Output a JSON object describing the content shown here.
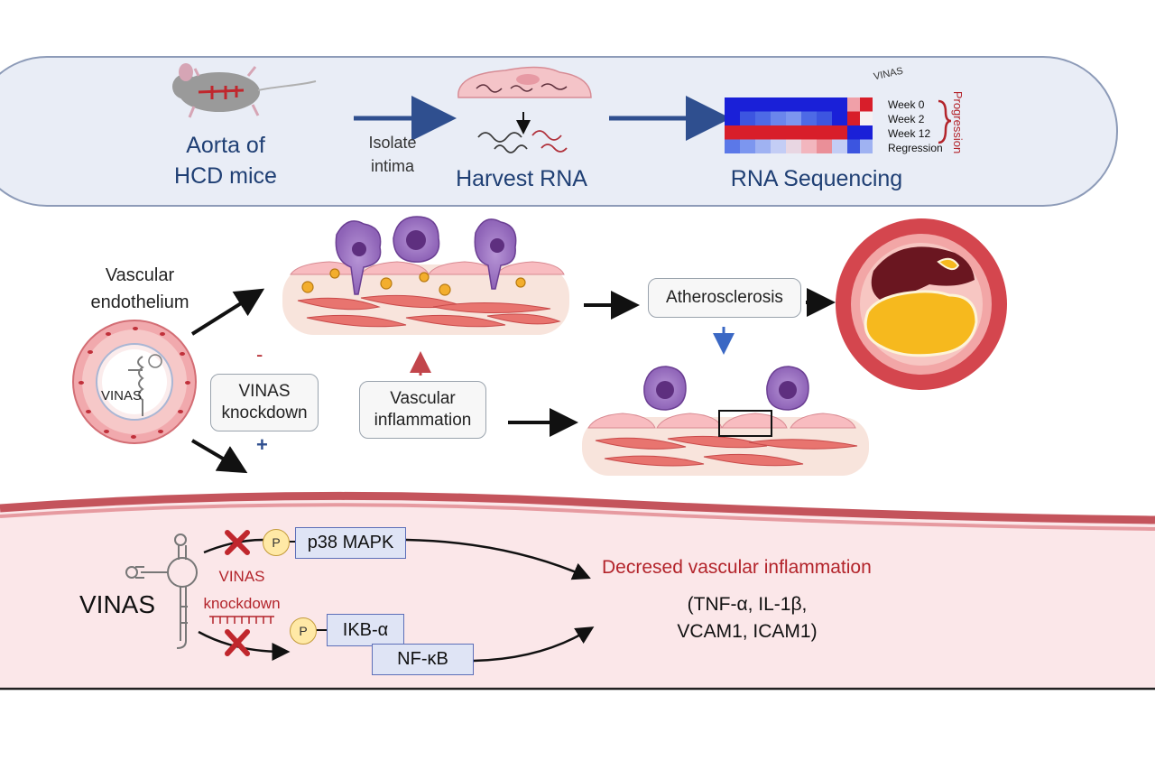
{
  "top_panel": {
    "step1": {
      "line1": "Aorta of",
      "line2": "HCD mice"
    },
    "arrow1": {
      "line1": "Isolate",
      "line2": "intima"
    },
    "step2": "Harvest RNA",
    "step3": "RNA Sequencing",
    "heatmap": {
      "column_label": "VINAS",
      "rows": [
        "Week 0",
        "Week 2",
        "Week 12",
        "Regression"
      ],
      "group_label": "Progression"
    }
  },
  "middle_panel": {
    "endothelium_label": {
      "line1": "Vascular",
      "line2": "endothelium"
    },
    "vessel_label": "VINAS",
    "minus": "-",
    "plus": "+",
    "knockdown_box": {
      "line1": "VINAS",
      "line2": "knockdown"
    },
    "inflammation_box": {
      "line1": "Vascular",
      "line2": "inflammation"
    },
    "atherosclerosis_box": "Atherosclerosis"
  },
  "bottom_panel": {
    "vinas_label": "VINAS",
    "knockdown_label": {
      "line1": "VINAS",
      "line2": "knockdown"
    },
    "phospho": "P",
    "p38": "p38 MAPK",
    "ikb": "IKB-α",
    "nfkb": "NF-κB",
    "result_title": "Decresed vascular inflammation",
    "result_markers": {
      "line1": "(TNF-α, IL-1β,",
      "line2": "VCAM1, ICAM1)"
    }
  },
  "colors": {
    "top_panel_bg": "#e9edf6",
    "bottom_panel_bg": "#fbe7e9",
    "arrow_blue": "#2f4f8f",
    "accent_red": "#b3242b",
    "plaque_yellow": "#f6b91e",
    "lipid_dark": "#6a1620",
    "macrophage": "#8e63b7"
  }
}
